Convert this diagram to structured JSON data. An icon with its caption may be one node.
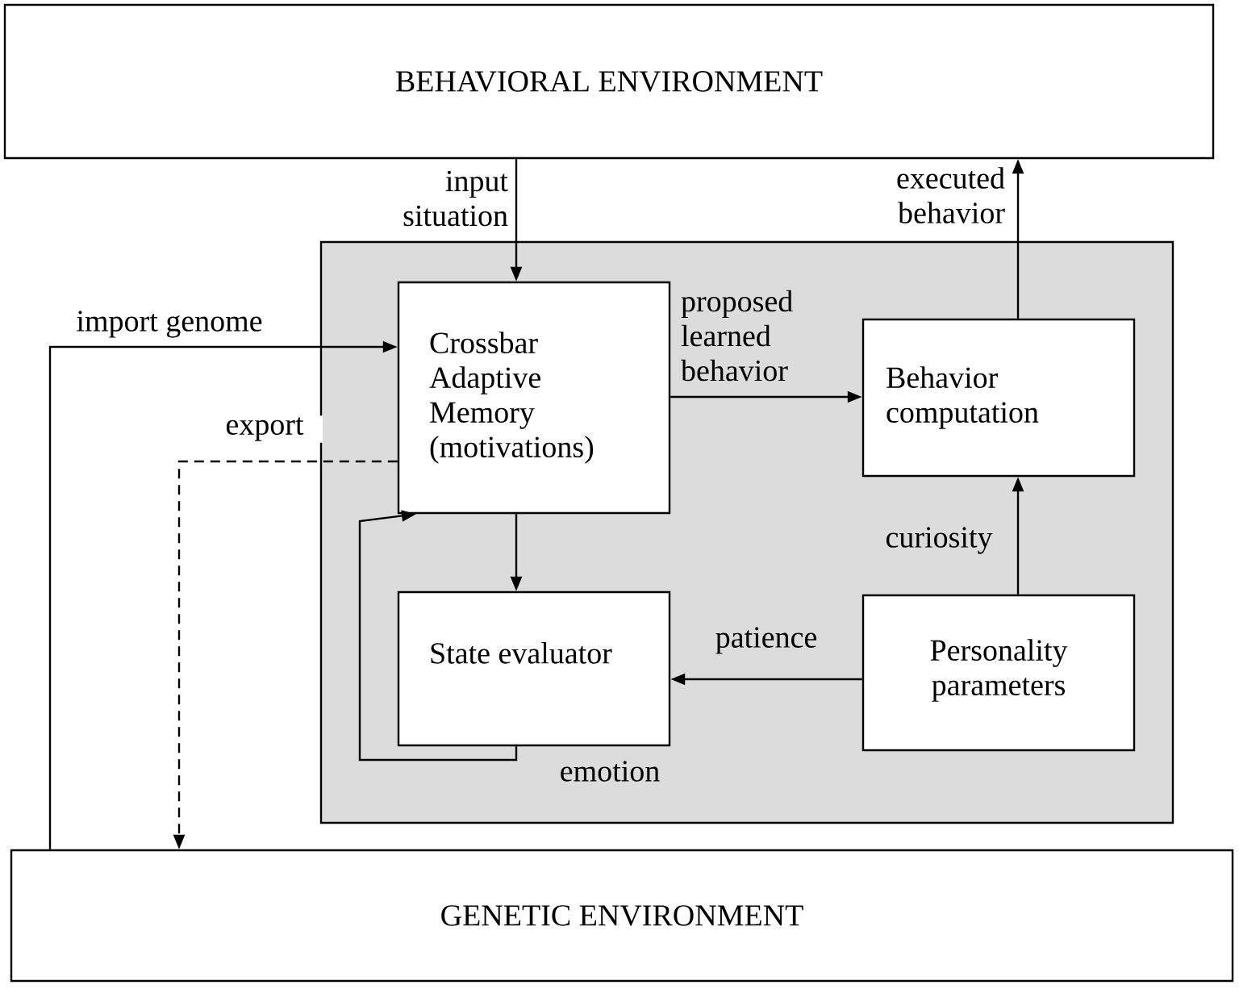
{
  "diagram": {
    "nodes": [
      {
        "text": [
          "BEHAVIORAL ENVIRONMENT"
        ]
      },
      {
        "text": [],
        "shape": "box"
      },
      {
        "text": [
          "Crossbar Adaptive Memory (motivations)"
        ],
        "in": 1
      },
      {
        "text": [
          "Behavior computation"
        ],
        "in": 1
      },
      {
        "text": [
          "State evaluator"
        ],
        "in": 1
      },
      {
        "text": [
          "Personality parameters"
        ],
        "in": 1
      },
      {
        "text": [
          "GENETIC ENVIRONMENT"
        ]
      }
    ],
    "edges": [
      {
        "from": 0,
        "to": 2,
        "arrow": "to",
        "label": "input situation"
      },
      {
        "from": 3,
        "to": 0,
        "arrow": "to",
        "label": "executed behavior"
      },
      {
        "from": 6,
        "to": 2,
        "arrow": "to",
        "label": "import genome"
      },
      {
        "from": 2,
        "to": 6,
        "arrow": "to",
        "label": "export",
        "style": "dashed"
      },
      {
        "from": 2,
        "to": 3,
        "arrow": "to",
        "label": "proposed learned behavior"
      },
      {
        "from": 2,
        "to": 4,
        "arrow": "to"
      },
      {
        "from": 4,
        "to": 2,
        "arrow": "to",
        "label": "emotion"
      },
      {
        "from": 5,
        "to": 4,
        "arrow": "to",
        "label": "patience"
      },
      {
        "from": 5,
        "to": 3,
        "arrow": "to",
        "label": "curiosity"
      }
    ]
  }
}
